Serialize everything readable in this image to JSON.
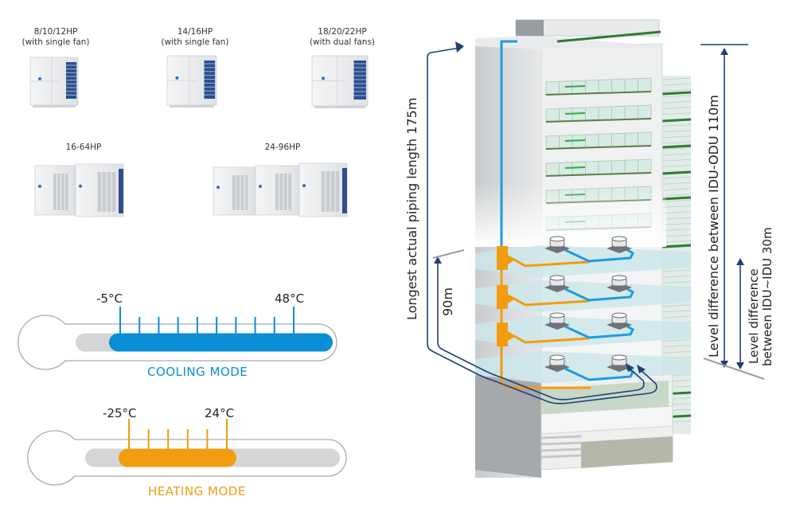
{
  "outdoor_units": [
    {
      "line1": "8/10/12HP",
      "line2": "(with single fan)",
      "modules": 1
    },
    {
      "line1": "14/16HP",
      "line2": "(with single fan)",
      "modules": 1
    },
    {
      "line1": "18/20/22HP",
      "line2": "(with dual fans)",
      "modules": 1
    },
    {
      "line1": "16-64HP",
      "line2": "",
      "modules": 2
    },
    {
      "line1": "24-96HP",
      "line2": "",
      "modules": 3
    }
  ],
  "cooling": {
    "min_label": "-5°C",
    "max_label": "48°C",
    "mode_label": "COOLING MODE",
    "min_c": -5,
    "max_c": 48,
    "ticks": 10,
    "color": "#0a8fd6"
  },
  "heating": {
    "min_label": "-25°C",
    "max_label": "24°C",
    "mode_label": "HEATING MODE",
    "min_c": -25,
    "max_c": 24,
    "ticks": 6,
    "color": "#f29c0f"
  },
  "building": {
    "longest_piping": "Longest actual piping length 175m",
    "first_branch": "90m",
    "idu_odu_level": "Level difference between IDU-ODU 110m",
    "idu_idu_level_line1": "Level difference",
    "idu_idu_level_line2": "between IDU~IDU 30m",
    "indoor_floors": 4,
    "units_per_floor": 2,
    "colors": {
      "liquid_pipe": "#f29c0f",
      "gas_pipe": "#1e9be0",
      "dimension_line": "#1f3f7a",
      "accent_green": "#2e7d32"
    }
  }
}
